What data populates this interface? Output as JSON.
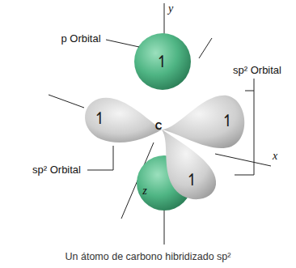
{
  "diagram": {
    "caption": "Un átomo de carbono hibridizado sp²",
    "labels": [
      "y",
      "p Orbital",
      "sp² Orbital",
      "↿",
      "↿",
      "↿",
      "C",
      "sp² Orbital",
      "x",
      "z",
      "↿"
    ]
  }
}
